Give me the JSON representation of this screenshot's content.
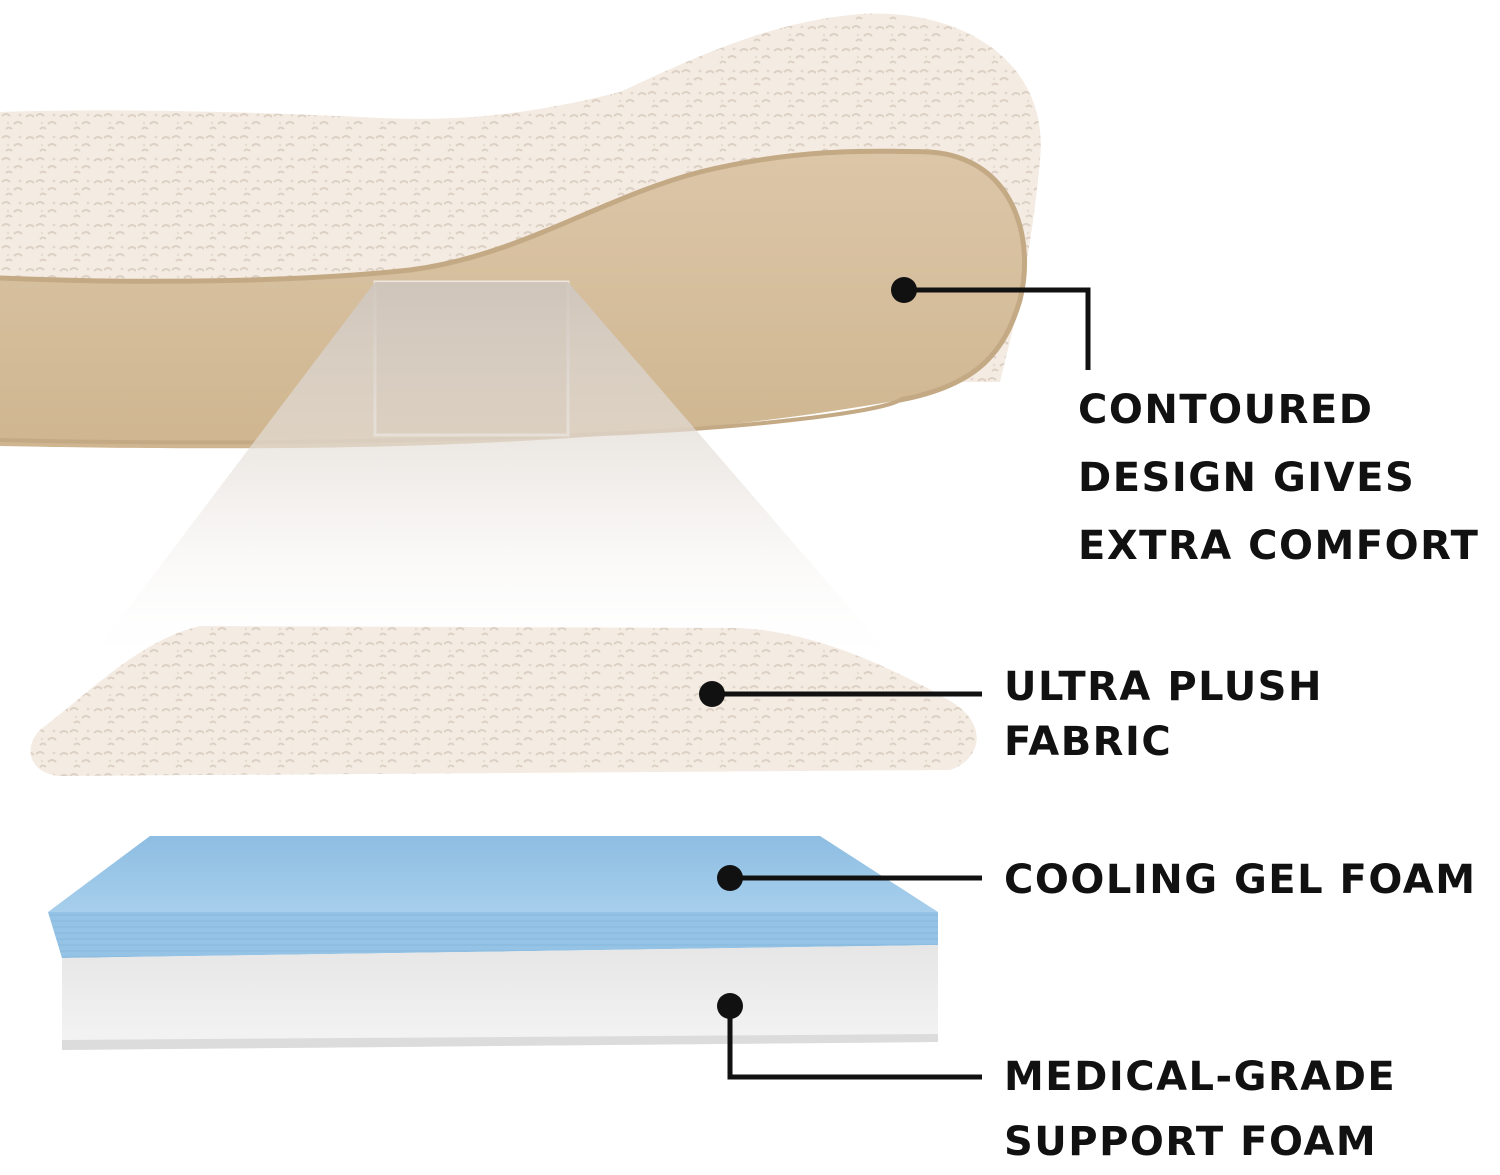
{
  "callouts": [
    {
      "id": "contoured",
      "lines": [
        "CONTOURED",
        "DESIGN GIVES",
        "EXTRA COMFORT"
      ]
    },
    {
      "id": "plush",
      "lines": [
        "ULTRA PLUSH",
        "FABRIC"
      ]
    },
    {
      "id": "gel",
      "lines": [
        "COOLING GEL FOAM"
      ]
    },
    {
      "id": "support",
      "lines": [
        "MEDICAL-GRADE",
        "SUPPORT FOAM"
      ]
    }
  ],
  "colors": {
    "text": "#111111",
    "leader_line": "#111111",
    "bolster_tan": "#d9c2a4",
    "plush_fabric": "#f3e9df",
    "gel_foam_blue": "#9cc7e6",
    "support_foam_white": "#ececec"
  }
}
